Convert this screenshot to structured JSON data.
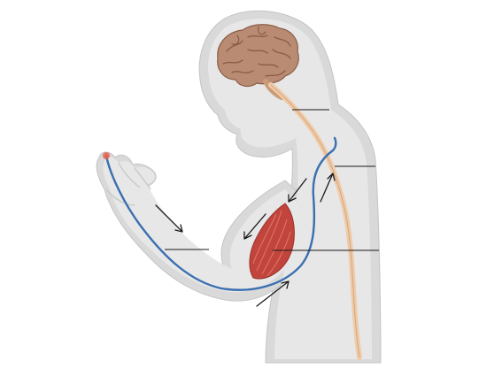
{
  "figure": {
    "labels": [],
    "colors": {
      "background": "#ffffff",
      "body_silhouette": "#d9d9d9",
      "body_interior": "#e7e7e7",
      "body_outline": "#c4c4c4",
      "brain": "#b98b72",
      "brain_folds": "#8a5d48",
      "spinal_cord": "#f0cba8",
      "spinal_cord_outline": "#c99c79",
      "sensory_neuron": "#3a6fb0",
      "muscle": "#c2453d",
      "muscle_fibers": "#e37d68",
      "receptor": "#e8604e",
      "leader_lines": "#1a1a1a",
      "arrows": "#1a1a1a"
    },
    "parts": [
      "brain",
      "spinal-cord",
      "sensory-neuron",
      "receptor",
      "biceps-muscle",
      "signal-arrows",
      "leader-lines"
    ]
  }
}
